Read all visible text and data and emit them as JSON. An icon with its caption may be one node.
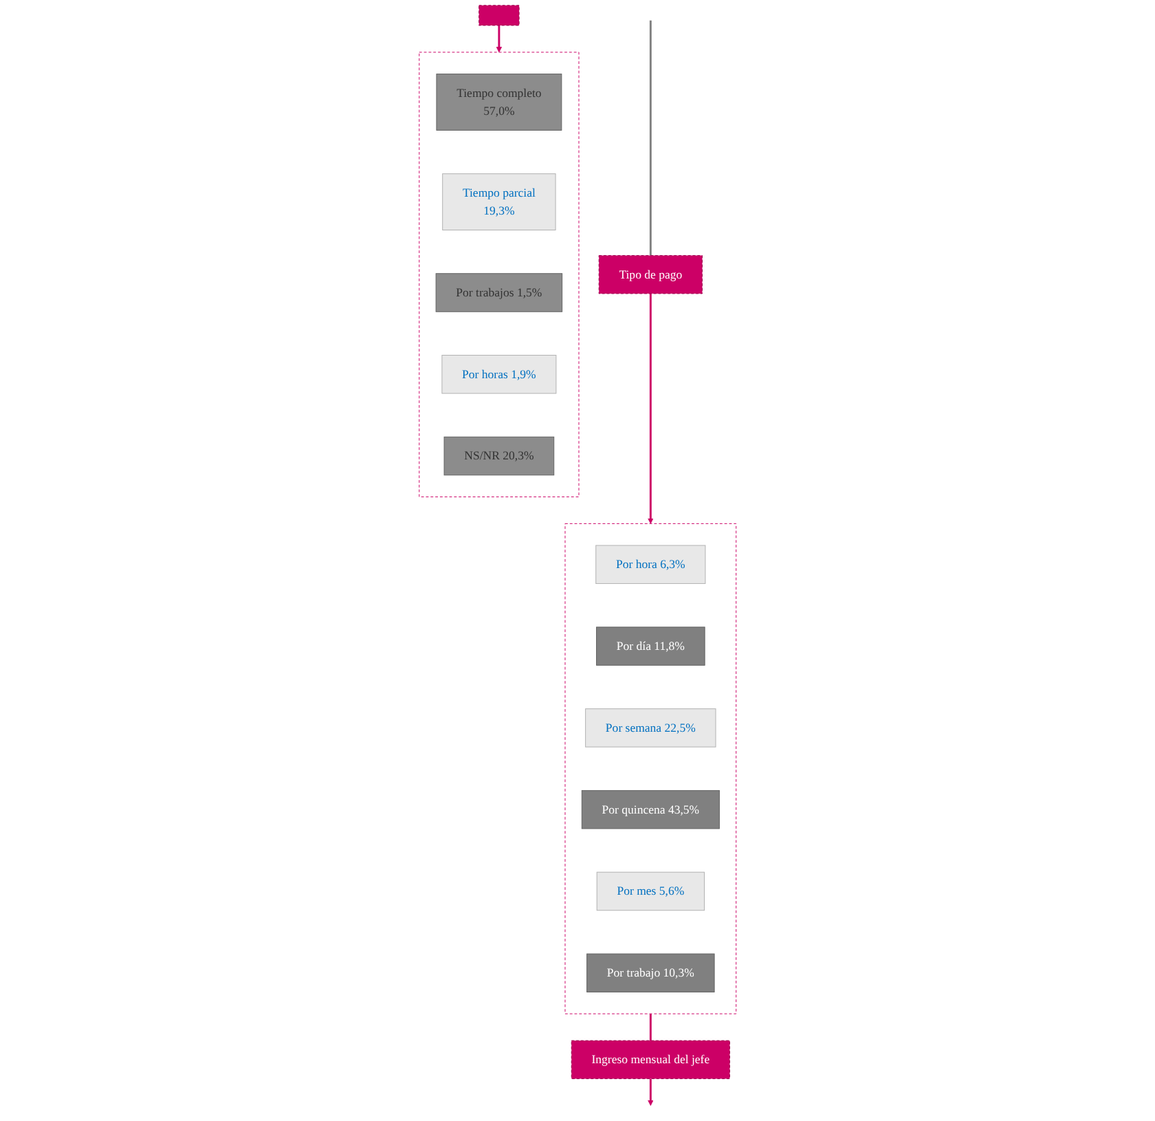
{
  "diagram": {
    "nodes": [
      {
        "text": [
          "Tipo de pago"
        ]
      },
      {
        "text": [],
        "shape": "box"
      },
      {
        "text": [
          "Por hora 6,3%"
        ],
        "in": 1
      },
      {
        "text": [
          "Por día 11,8%"
        ],
        "in": 1
      },
      {
        "text": [
          "Por semana 22,5%"
        ],
        "in": 1
      },
      {
        "text": [
          "Por quincena 43,5%"
        ],
        "in": 1
      },
      {
        "text": [
          "Por mes 5,6%"
        ],
        "in": 1
      },
      {
        "text": [
          "Por trabajo 10,3%"
        ],
        "in": 1
      },
      {
        "text": [],
        "shape": "box"
      },
      {
        "text": [
          "Tiempo completo",
          "57,0%"
        ],
        "in": 8
      },
      {
        "text": [
          "Tiempo parcial",
          "19,3%"
        ],
        "in": 8
      },
      {
        "text": [
          "Por trabajos 1,5%"
        ],
        "in": 8
      },
      {
        "text": [
          "Por horas 1,9%"
        ],
        "in": 8
      },
      {
        "text": [
          "NS/NR 20,3%"
        ],
        "in": 8
      },
      {
        "text": [
          "Ingreso mensual del jefe"
        ]
      },
      {
        "text": [],
        "shape": "box"
      }
    ],
    "edges": [
      {
        "from": null,
        "to": 0,
        "arrow": "none",
        "color": "#808080"
      },
      {
        "from": 0,
        "to": 1,
        "arrow": "to"
      },
      {
        "from": 1,
        "to": 14,
        "arrow": "none"
      },
      {
        "from": 14,
        "to": null,
        "arrow": "to"
      },
      {
        "from": 15,
        "to": 8,
        "arrow": "to"
      }
    ]
  }
}
